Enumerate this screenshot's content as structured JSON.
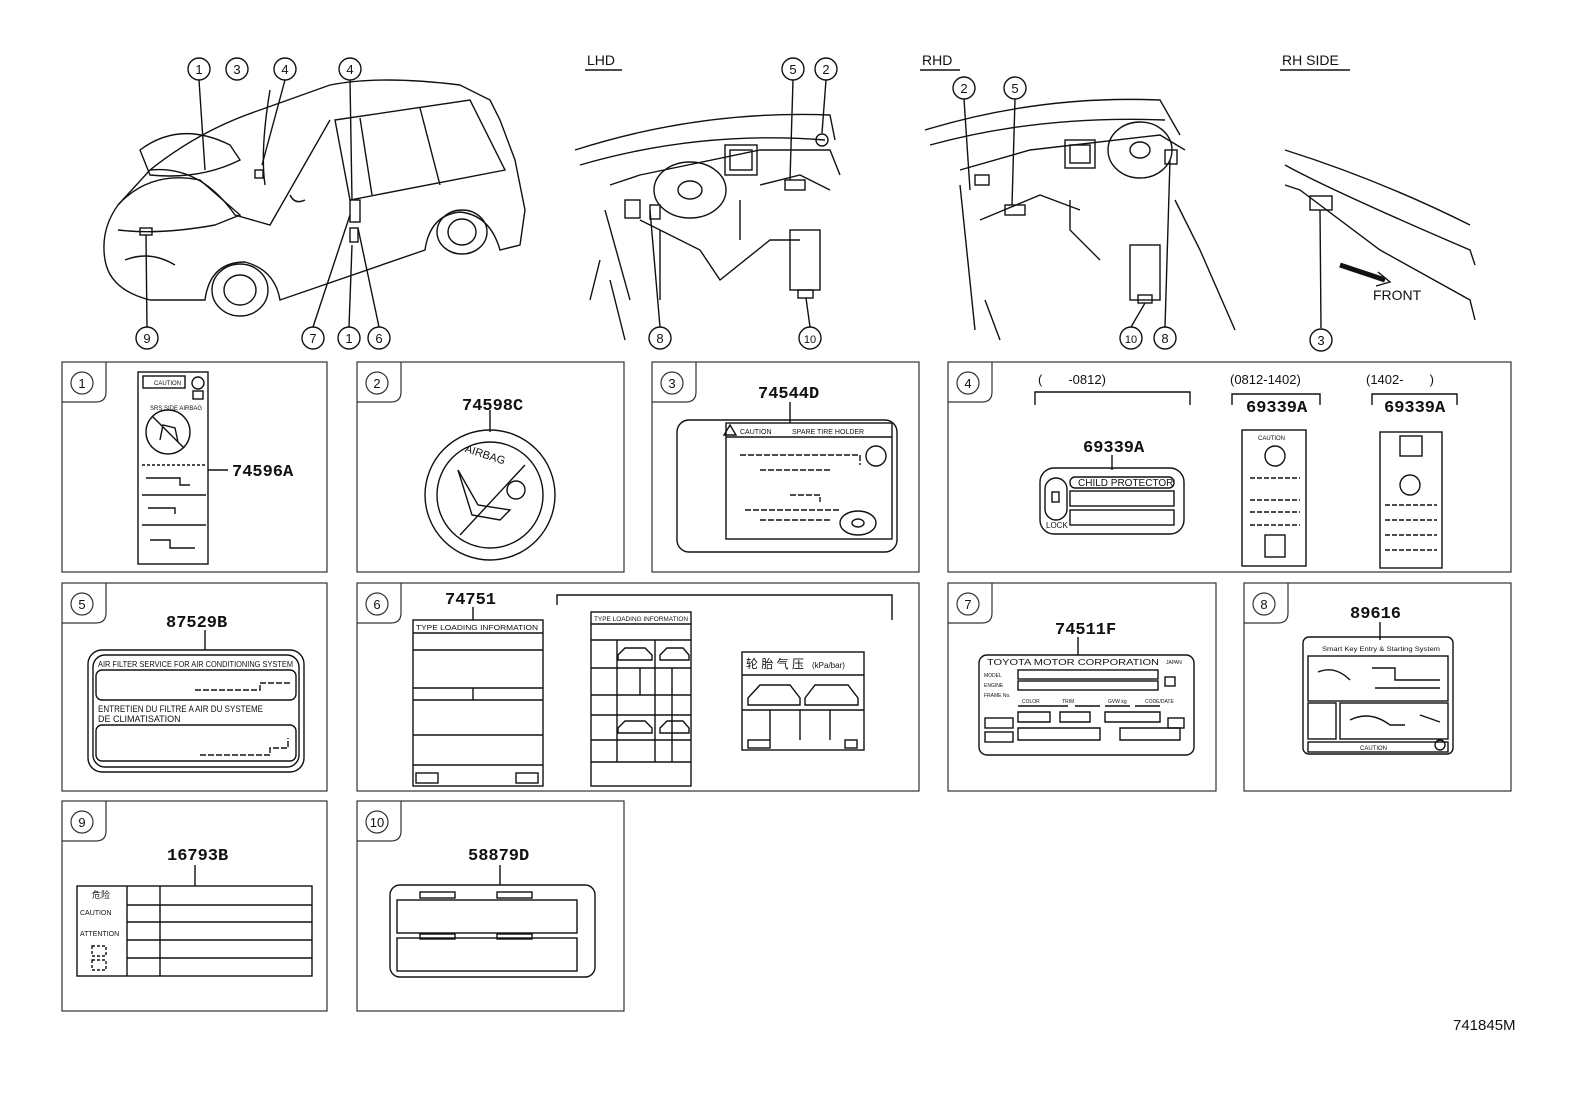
{
  "views": {
    "lhd": "LHD",
    "rhd": "RHD",
    "rh_side": "RH SIDE",
    "front": "FRONT"
  },
  "callouts": [
    "1",
    "2",
    "3",
    "4",
    "5",
    "6",
    "7",
    "8",
    "9",
    "10"
  ],
  "panels": {
    "p1": {
      "num": "1",
      "part": "74596A",
      "caution": "CAUTION",
      "airbag": "SRS SIDE AIRBAG"
    },
    "p2": {
      "num": "2",
      "part": "74598C",
      "seal": "AIRBAG"
    },
    "p3": {
      "num": "3",
      "part": "74544D",
      "caution": "CAUTION",
      "spare": "SPARE TIRE HOLDER"
    },
    "p4": {
      "num": "4",
      "range_a": "(  -0812)",
      "range_b": "(0812-1402)",
      "range_c": "(1402-  )",
      "part_a": "69339A",
      "part_b": "69339A",
      "part_c": "69339A",
      "child": "CHILD PROTECTOR",
      "lock": "LOCK",
      "caution": "CAUTION"
    },
    "p5": {
      "num": "5",
      "part": "87529B",
      "line1": "AIR FILTER SERVICE FOR AIR CONDITIONING SYSTEM",
      "line2": "ENTRETIEN DU FILTRE A AIR DU SYSTEME",
      "line3": "DE CLIMATISATION"
    },
    "p6": {
      "num": "6",
      "part": "74751",
      "title_a": "TYPE LOADING INFORMATION",
      "title_b": "TYPE LOADING INFORMATION",
      "cn": "轮 胎 气 压",
      "cn_unit": "(kPa/bar)"
    },
    "p7": {
      "num": "7",
      "part": "74511F",
      "corp": "TOYOTA MOTOR CORPORATION",
      "japan": "JAPAN",
      "model": "MODEL",
      "engine": "ENGINE",
      "frame": "FRAME No.",
      "color": "COLOR",
      "trim": "TRIM",
      "gvw": "GVW kg",
      "code": "CODE/DATE"
    },
    "p8": {
      "num": "8",
      "part": "89616",
      "header": "Smart Key Entry & Starting System",
      "caution": "CAUTION"
    },
    "p9": {
      "num": "9",
      "part": "16793B",
      "cn": "危险",
      "caution": "CAUTION",
      "attention": "ATTENTION"
    },
    "p10": {
      "num": "10",
      "part": "58879D"
    }
  },
  "footer": {
    "code": "741845M"
  }
}
